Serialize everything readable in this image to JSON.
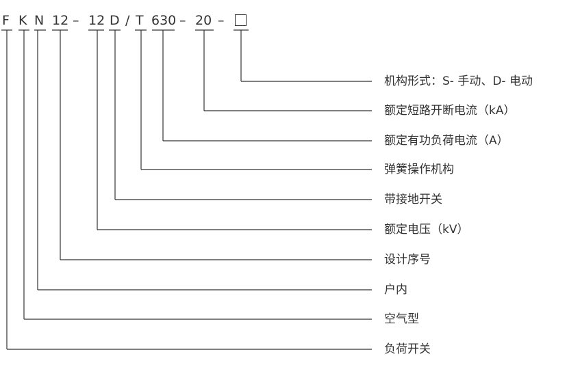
{
  "code_segments": {
    "F": "F",
    "K": "K",
    "N": "N",
    "design_no": "12",
    "dash1": "–",
    "voltage": "12",
    "D": "D",
    "slash": "/",
    "T": "T",
    "current": "630",
    "dash2": "–",
    "break_current": "20",
    "dash3": "–"
  },
  "descriptions": {
    "mechanism_form": "机构形式：S- 手动、D- 电动",
    "rated_short_circuit": "额定短路开断电流（kA）",
    "rated_active_load": "额定有功负荷电流（A）",
    "spring_mechanism": "弹簧操作机构",
    "earthing_switch": "带接地开关",
    "rated_voltage": "额定电压（kV）",
    "design_serial": "设计序号",
    "indoor": "户内",
    "air_type": "空气型",
    "load_switch": "负荷开关"
  }
}
